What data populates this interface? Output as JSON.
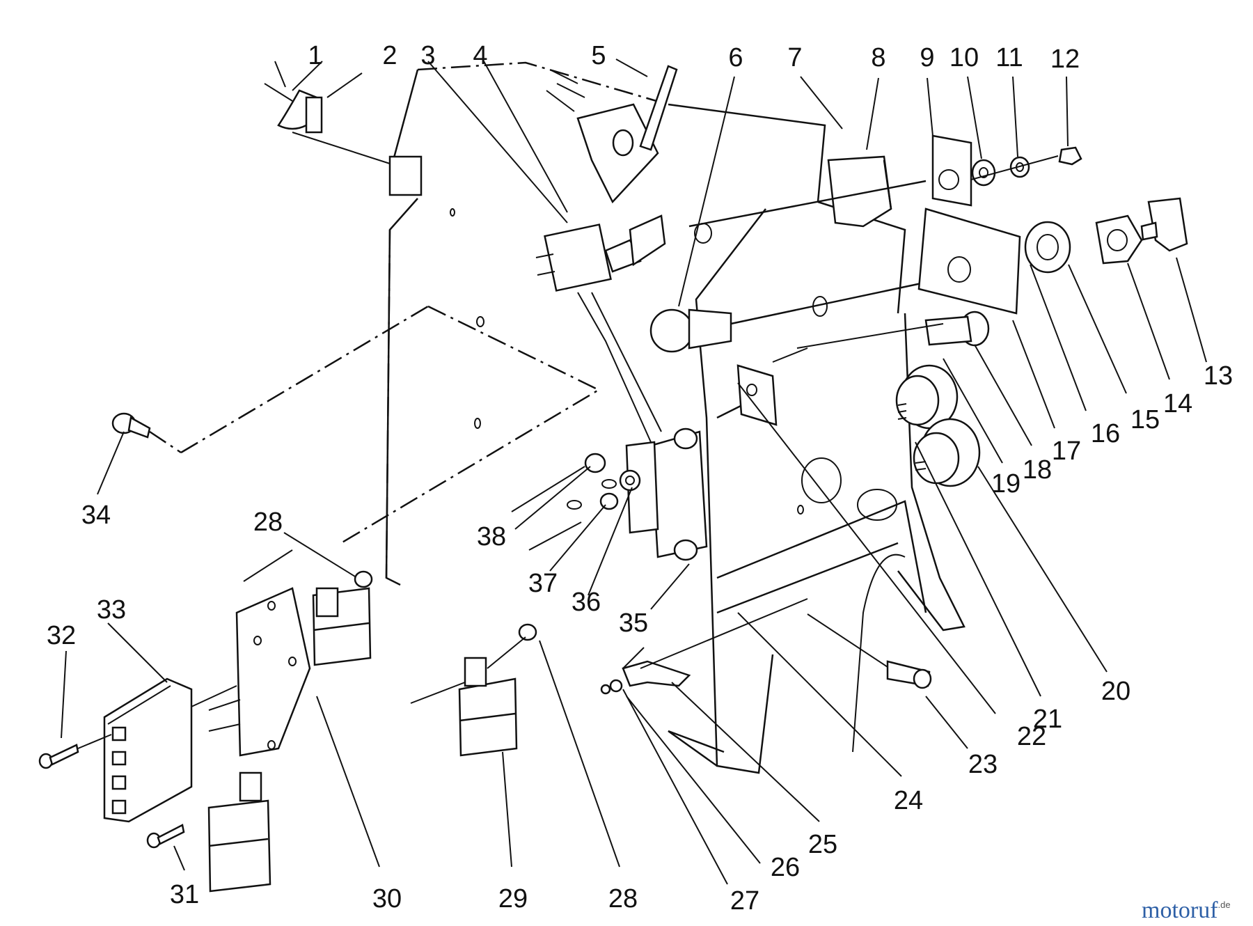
{
  "diagram": {
    "callouts": [
      "1",
      "2",
      "3",
      "4",
      "5",
      "6",
      "7",
      "8",
      "9",
      "10",
      "11",
      "12",
      "13",
      "14",
      "15",
      "16",
      "17",
      "18",
      "19",
      "20",
      "21",
      "22",
      "23",
      "24",
      "25",
      "26",
      "27",
      "28",
      "29",
      "30",
      "31",
      "32",
      "33",
      "34",
      "35",
      "36",
      "37",
      "38",
      "28"
    ]
  },
  "watermark": {
    "brand_main": "motoruf",
    "brand_tld": ".de",
    "colors": {
      "blue": "#2d5fa6",
      "orange": "#e07a1f"
    }
  }
}
